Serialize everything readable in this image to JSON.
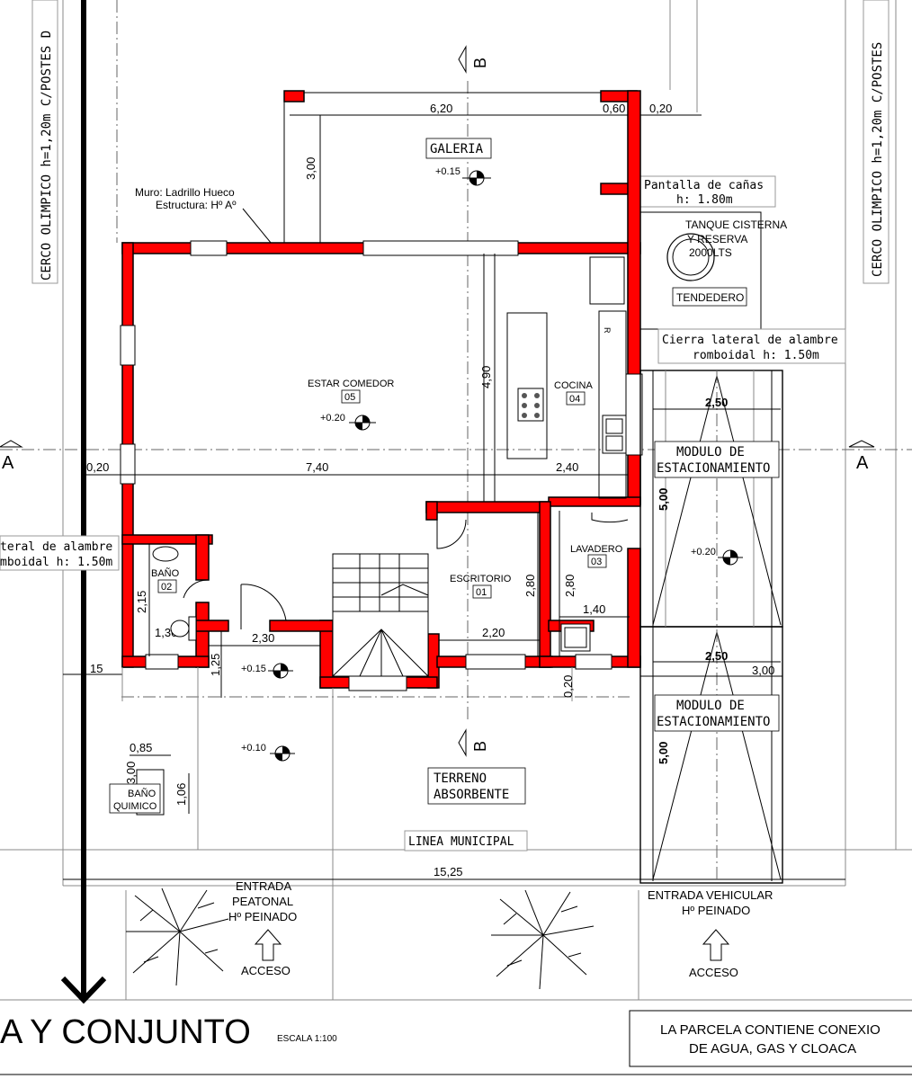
{
  "title": "A Y CONJUNTO",
  "scale": "ESCALA 1:100",
  "note_lines": [
    "LA PARCELA CONTIENE CONEXIO",
    "DE AGUA, GAS Y CLOACA"
  ],
  "fence": {
    "left": "CERCO OLIMPICO  h=1,20m  C/POSTES D",
    "right": "CERCO OLIMPICO  h=1,20m  C/POSTES"
  },
  "section_markers": {
    "a": "A",
    "b": "B"
  },
  "rooms": {
    "galeria": "GALERIA",
    "estar": "ESTAR COMEDOR",
    "estar_num": "05",
    "cocina": "COCINA",
    "cocina_num": "04",
    "escritorio": "ESCRITORIO",
    "escritorio_num": "01",
    "lavadero": "LAVADERO",
    "lavadero_num": "03",
    "bano": "BAÑO",
    "bano_num": "02",
    "bano_quimico_1": "BAÑO",
    "bano_quimico_2": "QUIMICO",
    "terreno_1": "TERRENO",
    "terreno_2": "ABSORBENTE",
    "tendedero": "TENDEDERO",
    "tanque_1": "TANQUE CISTERNA",
    "tanque_2": "Y RESERVA",
    "tanque_3": "2000LTS"
  },
  "notes": {
    "muro_1": "Muro: Ladrillo Hueco",
    "muro_2": "Estructura: Hº Aº",
    "pantalla_1": "Pantalla  de  cañas",
    "pantalla_2": "h:  1.80m",
    "cierra_1": "Cierra  lateral  de  alambre",
    "cierra_2": "romboidal  h:  1.50m",
    "cierra_left_1": "teral  de  alambre",
    "cierra_left_2": "mboidal  h:  1.50m",
    "linea": "LINEA  MUNICIPAL",
    "modulo_1": "MODULO  DE",
    "modulo_2": "ESTACIONAMIENTO",
    "r_mark": "R"
  },
  "entrances": {
    "peatonal_1": "ENTRADA",
    "peatonal_2": "PEATONAL",
    "peatonal_3": "Hº PEINADO",
    "vehicular_1": "ENTRADA  VEHICULAR",
    "vehicular_2": "Hº PEINADO",
    "acceso": "ACCESO"
  },
  "levels": {
    "galeria": "+0.15",
    "estar": "+0.20",
    "access": "+0.15",
    "front": "+0.10",
    "parking": "+0.20"
  },
  "dimensions": {
    "d620": "6,20",
    "d060": "0,60",
    "d020": "0,20",
    "d300": "3,00",
    "d490": "4,90",
    "d740": "7,40",
    "d240": "2,40",
    "d215": "2,15",
    "d130": "1,30",
    "d230": "2,30",
    "d125": "1,25",
    "d15": "15",
    "d280": "2,80",
    "d220": "2,20",
    "d140": "1,40",
    "d085": "0,85",
    "d106": "1,06",
    "d1525": "15,25",
    "d250": "2,50",
    "d500": "5,00"
  },
  "colors": {
    "wall": "#ff0000",
    "line": "#000000",
    "guide": "#888888"
  }
}
